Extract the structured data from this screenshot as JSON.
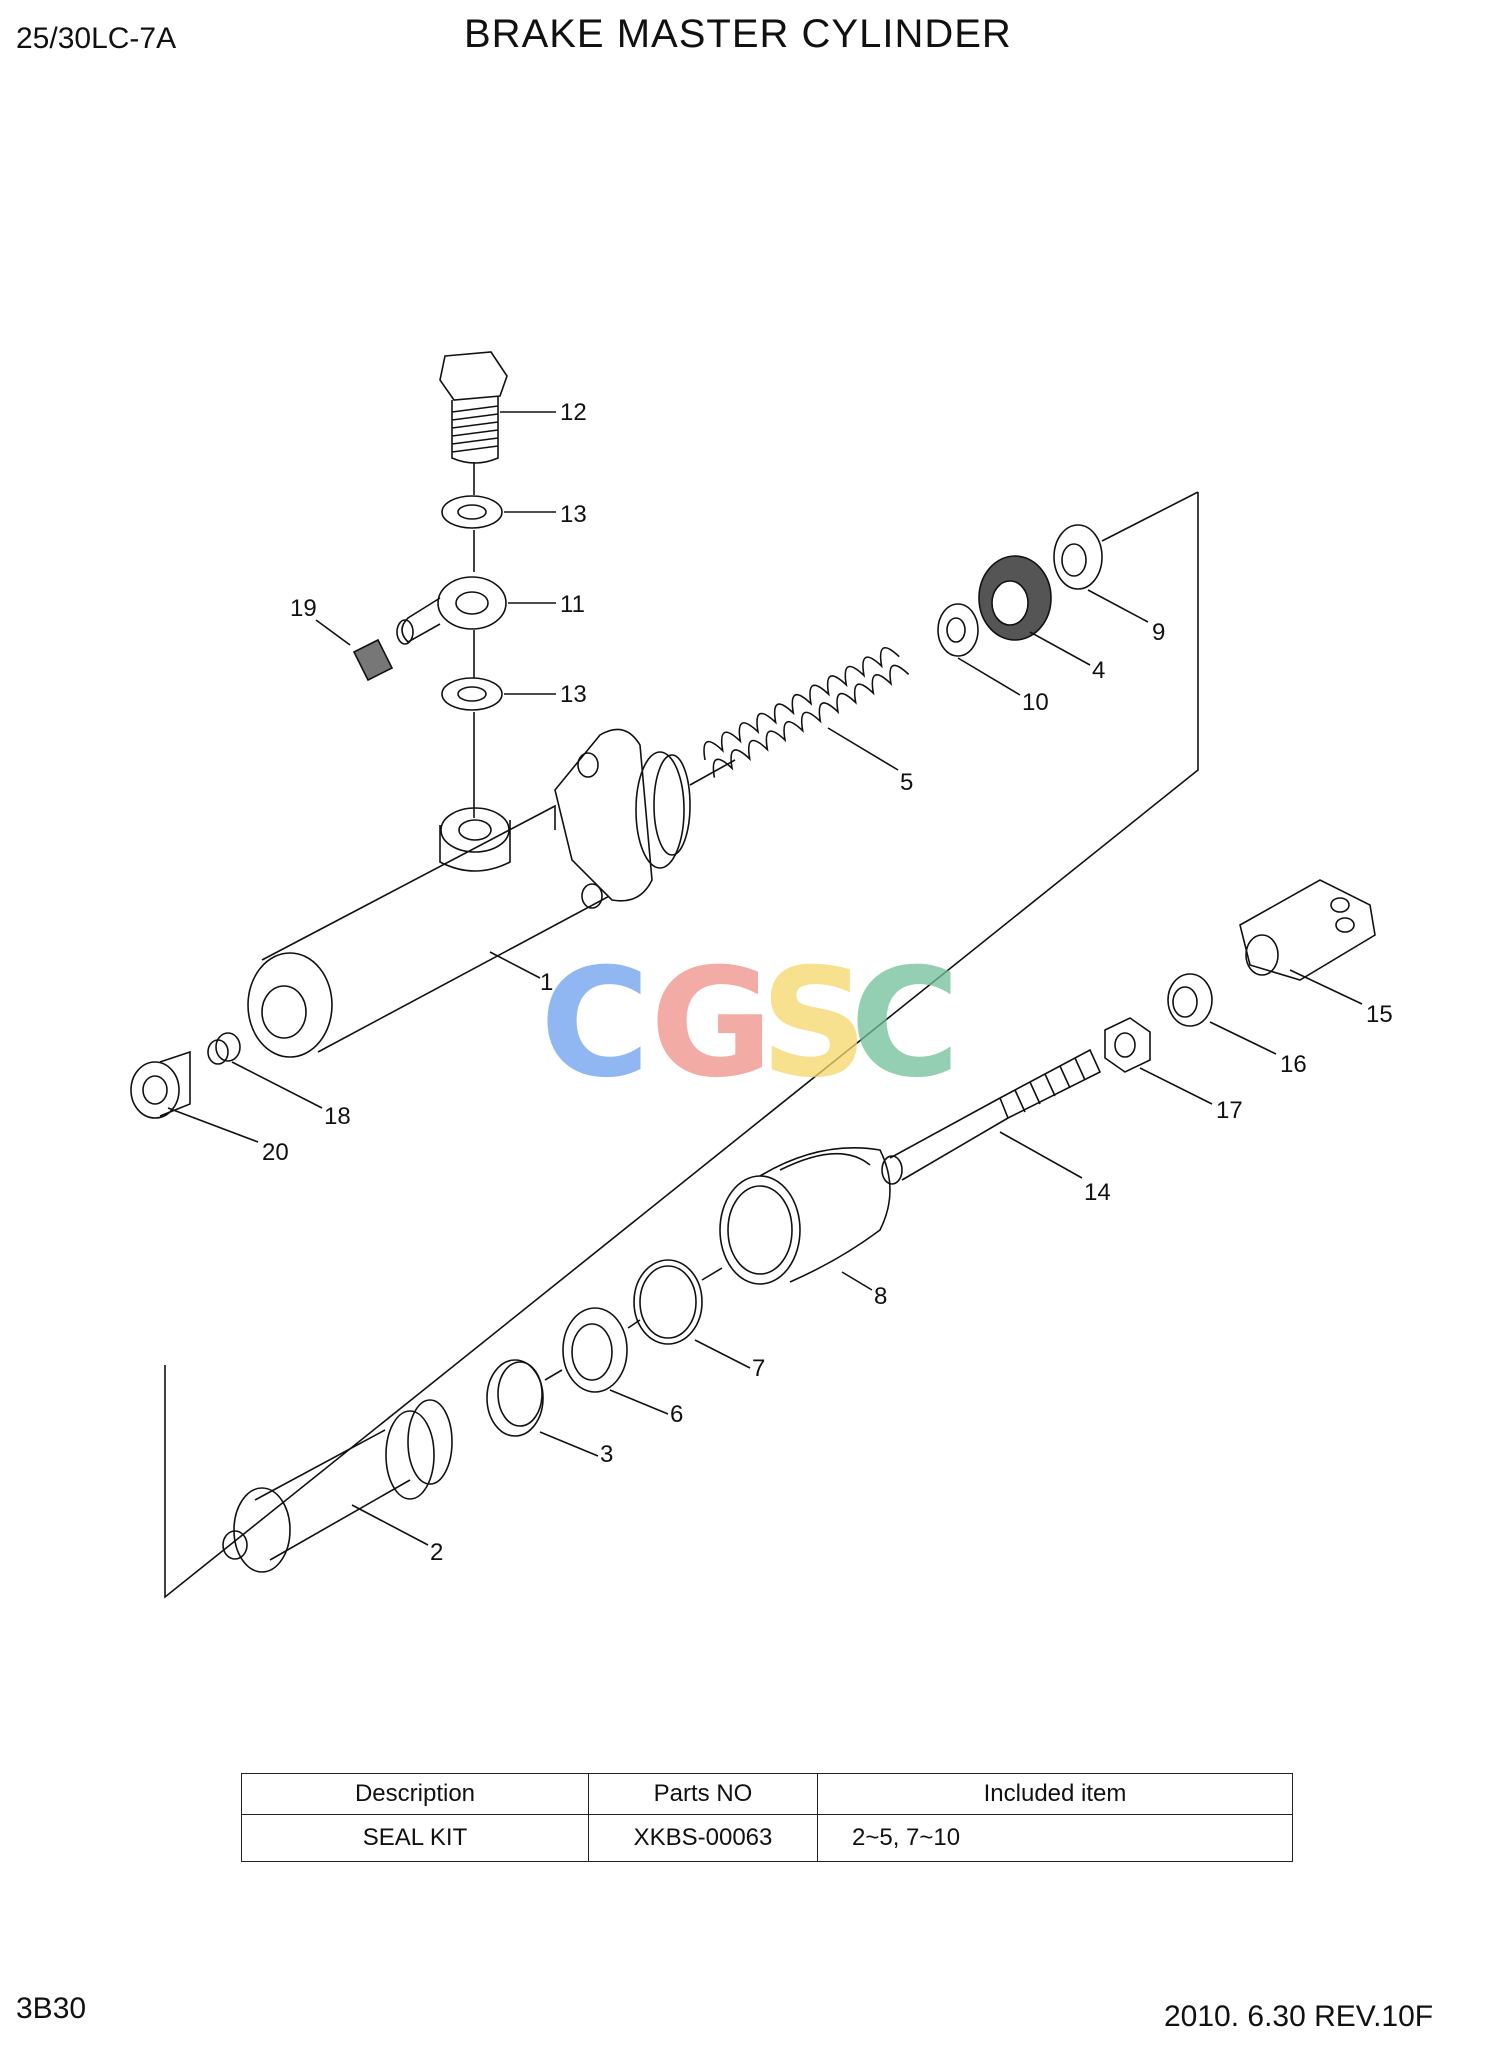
{
  "header": {
    "model": "25/30LC-7A",
    "title": "BRAKE MASTER CYLINDER"
  },
  "footer": {
    "page_code": "3B30",
    "revision": "2010. 6.30  REV.10F"
  },
  "watermark": {
    "text": "CGSC",
    "colors": [
      "#6d9ff0",
      "#f08f88",
      "#f5d86a",
      "#72c09a"
    ]
  },
  "callouts": [
    "1",
    "2",
    "3",
    "4",
    "5",
    "6",
    "7",
    "8",
    "9",
    "10",
    "11",
    "12",
    "13",
    "13",
    "14",
    "15",
    "16",
    "17",
    "18",
    "19",
    "20"
  ],
  "kit_table": {
    "headers": [
      "Description",
      "Parts NO",
      "Included item"
    ],
    "rows": [
      [
        "SEAL KIT",
        "XKBS-00063",
        "2~5, 7~10"
      ]
    ]
  }
}
